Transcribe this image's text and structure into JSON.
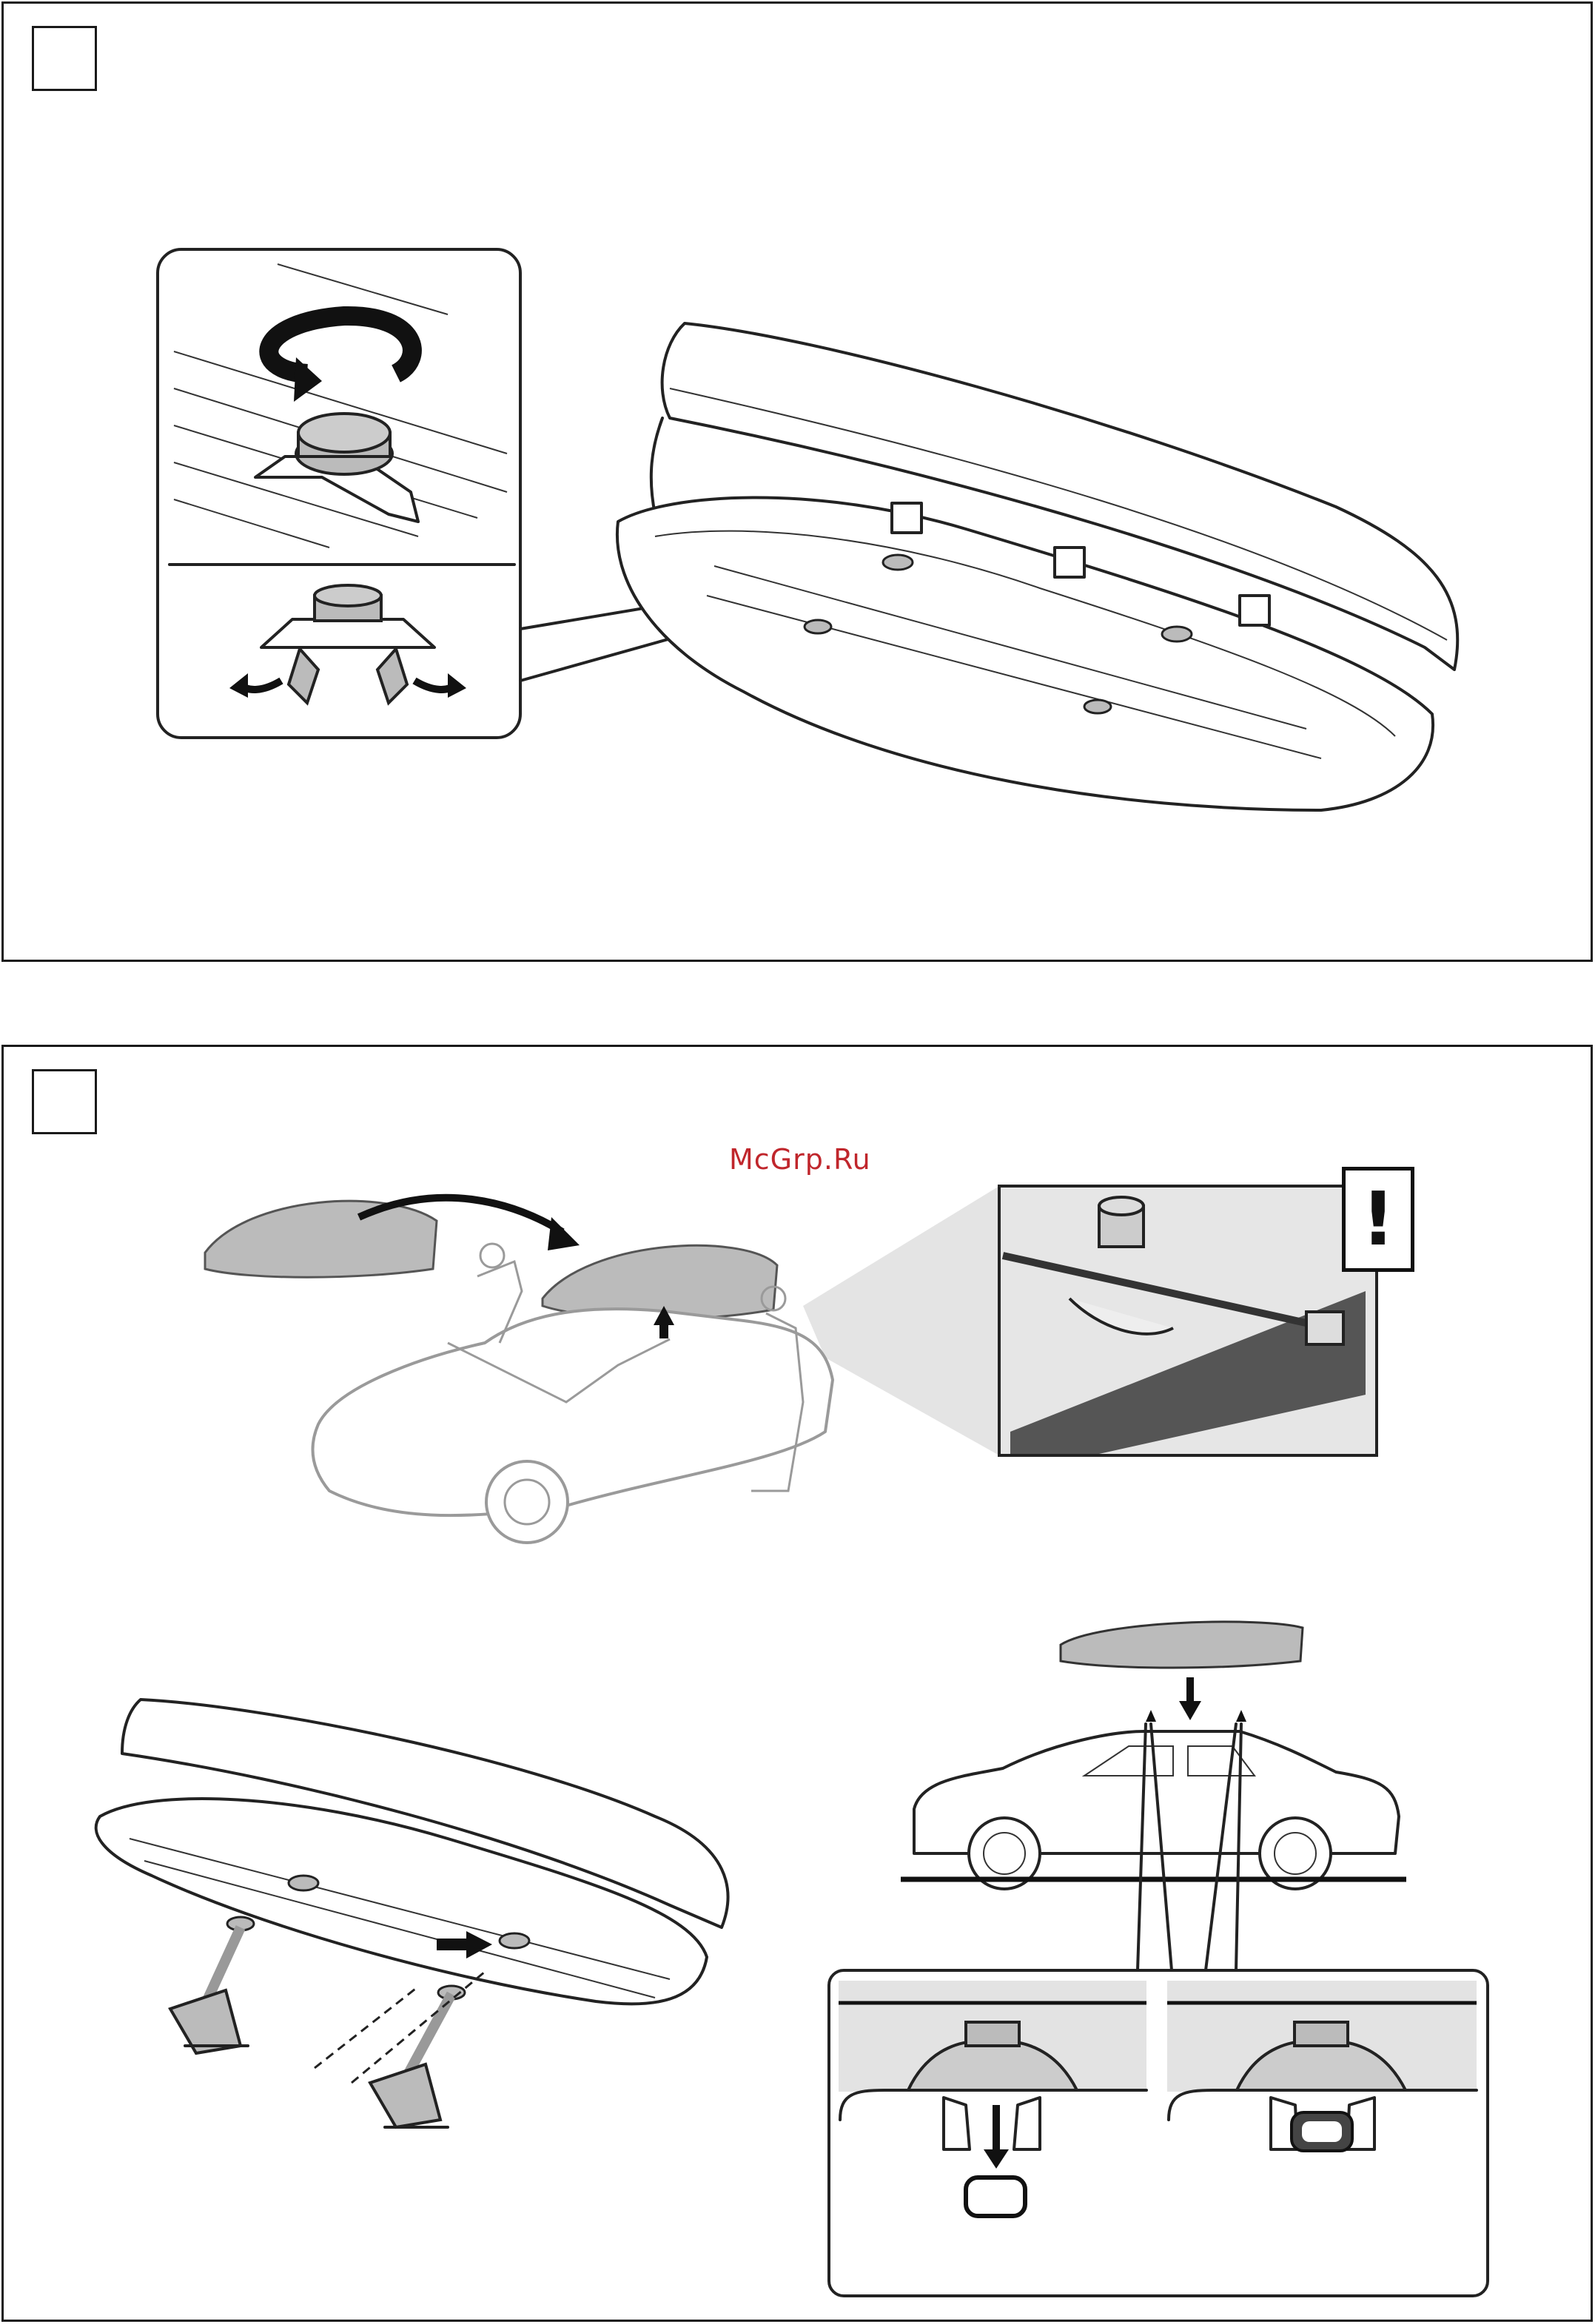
{
  "watermark": {
    "text": "McGrp.Ru",
    "color": "#c0262c"
  },
  "steps": [
    {
      "number": "",
      "content": "roof-box-open-with-knob-detail"
    },
    {
      "number": "",
      "content": "mounting-box-on-car"
    }
  ],
  "warning": {
    "symbol": "!"
  },
  "icons": [
    "rotate-arrow-icon",
    "knob-icon",
    "clamp-icon",
    "warning-icon",
    "down-arrow-icon",
    "right-arrow-icon"
  ]
}
